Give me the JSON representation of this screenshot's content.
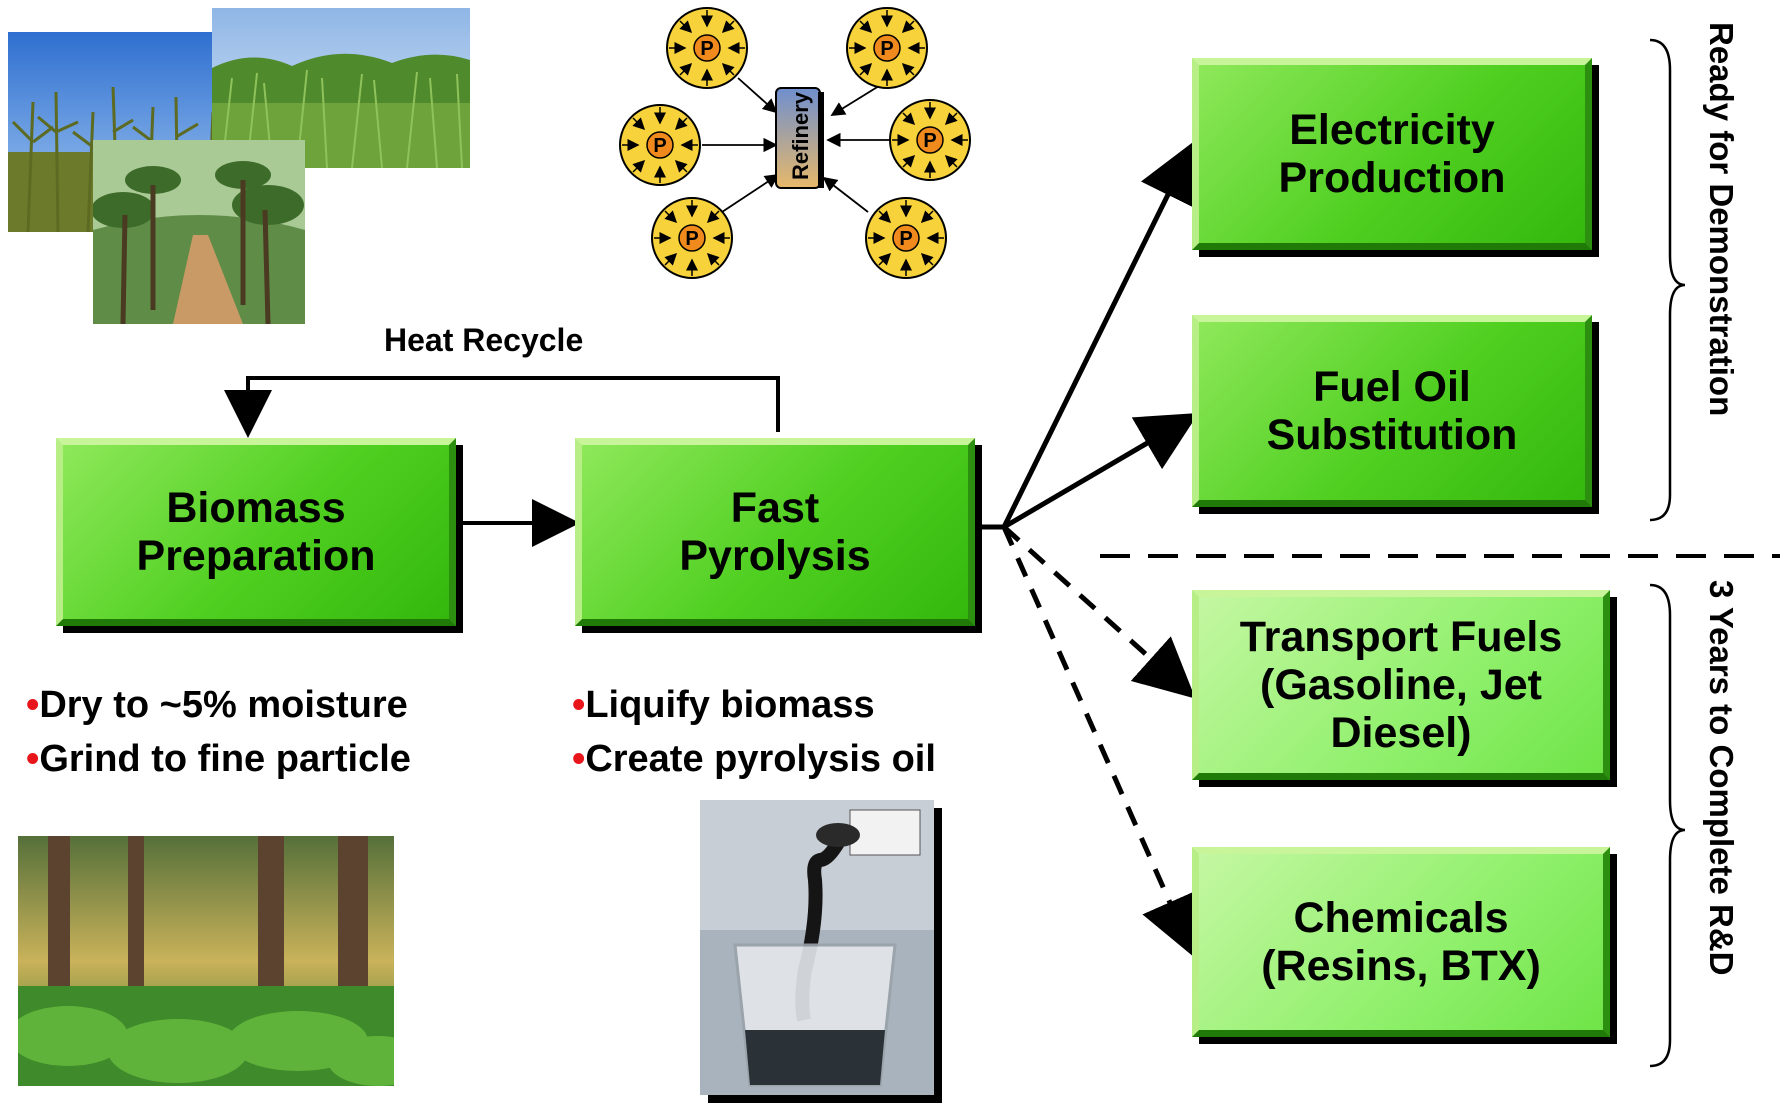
{
  "heat_recycle_label": "Heat Recycle",
  "process_boxes": [
    {
      "label": "Biomass\nPreparation"
    },
    {
      "label": "Fast\nPyrolysis"
    }
  ],
  "biomass_bullets": [
    "Dry to ~5% moisture",
    "Grind to fine particle"
  ],
  "pyrolysis_bullets": [
    "Liquify biomass",
    "Create pyrolysis oil"
  ],
  "output_boxes": [
    {
      "label": "Electricity\nProduction"
    },
    {
      "label": "Fuel Oil\nSubstitution"
    },
    {
      "label": "Transport Fuels\n(Gasoline, Jet\nDiesel)"
    },
    {
      "label": "Chemicals\n(Resins, BTX)"
    }
  ],
  "refinery_label": "Refinery",
  "plant_marker": "P",
  "side_labels": {
    "ready": "Ready for Demonstration",
    "rd": "3 Years to Complete R&D"
  },
  "colors": {
    "box_green": "#4fcf20",
    "box_light_green": "#8ff06b",
    "bullet_red": "#e8161b",
    "plant_yellow": "#f7d23a",
    "plant_orange": "#f08a1c"
  }
}
